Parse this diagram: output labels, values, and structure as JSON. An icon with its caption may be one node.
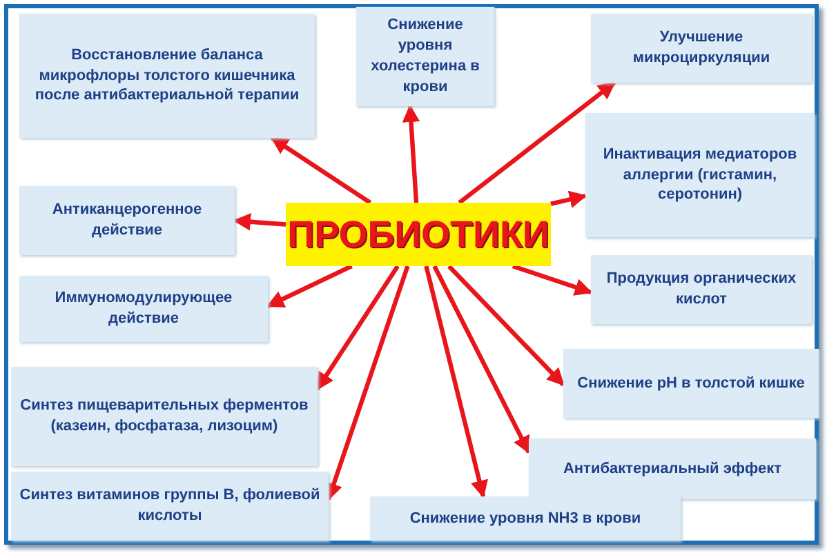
{
  "diagram": {
    "nodes": [
      {
        "text": [
          "ПРОБИОТИКИ"
        ]
      },
      {
        "text": [
          "Восстановление баланса микрофлоры толстого кишечника после антибактериальной терапии"
        ]
      },
      {
        "text": [
          "Снижение уровня холестерина в крови"
        ]
      },
      {
        "text": [
          "Улучшение микроциркуляции"
        ]
      },
      {
        "text": [
          "Инактивация медиаторов аллергии (гистамин, серотонин)"
        ]
      },
      {
        "text": [
          "Антиканцерогенное действие"
        ]
      },
      {
        "text": [
          "Продукция органических кислот"
        ]
      },
      {
        "text": [
          "Иммуномодулирующее действие"
        ]
      },
      {
        "text": [
          "Снижение pH в толстой кишке"
        ]
      },
      {
        "text": [
          "Синтез пищеварительных ферментов (казеин, фосфатаза, лизоцим)"
        ]
      },
      {
        "text": [
          "Антибактериальный эффект"
        ]
      },
      {
        "text": [
          "Синтез витаминов группы В, фолиевой кислоты"
        ]
      },
      {
        "text": [
          "Снижение уровня NH3 в крови"
        ]
      }
    ],
    "edges": [
      {
        "from": 0,
        "to": 1,
        "arrow": "to"
      },
      {
        "from": 0,
        "to": 2,
        "arrow": "to"
      },
      {
        "from": 0,
        "to": 3,
        "arrow": "to"
      },
      {
        "from": 0,
        "to": 4,
        "arrow": "to"
      },
      {
        "from": 0,
        "to": 5,
        "arrow": "to"
      },
      {
        "from": 0,
        "to": 6,
        "arrow": "to"
      },
      {
        "from": 0,
        "to": 7,
        "arrow": "to"
      },
      {
        "from": 0,
        "to": 8,
        "arrow": "to"
      },
      {
        "from": 0,
        "to": 9,
        "arrow": "to"
      },
      {
        "from": 0,
        "to": 10,
        "arrow": "to"
      },
      {
        "from": 0,
        "to": 11,
        "arrow": "to"
      },
      {
        "from": 0,
        "to": 12,
        "arrow": "to"
      }
    ]
  }
}
